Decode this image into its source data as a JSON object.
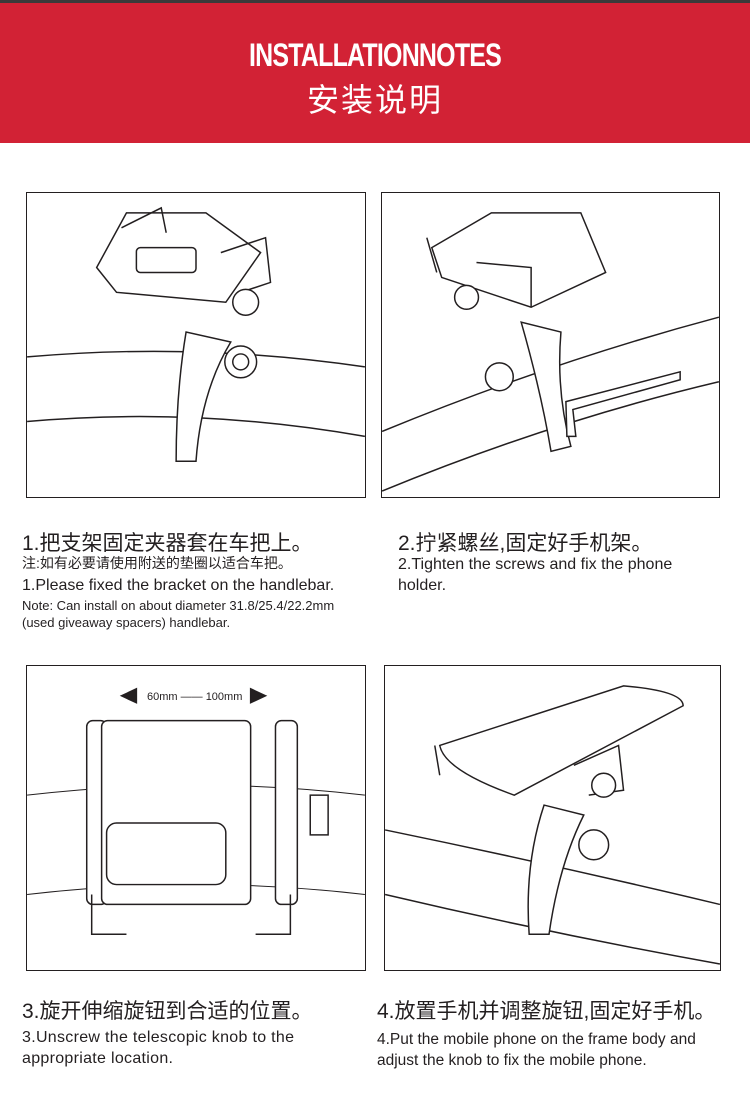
{
  "header": {
    "title_en": "INSTALLATIONNOTES",
    "title_cn": "安装说明",
    "bg_color": "#d22235"
  },
  "steps": [
    {
      "title_cn": "1.把支架固定夹器套在车把上。",
      "note_cn": "注:如有必要请使用附送的垫圈以适合车把。",
      "text_en": "1.Please fixed the bracket on the handlebar.",
      "note_en": "Note: Can install on about diameter 31.8/25.4/22.2mm (used giveaway spacers) handlebar."
    },
    {
      "title_cn": "2.拧紧螺丝,固定好手机架。",
      "text_en": "2.Tighten the screws and fix the phone holder."
    },
    {
      "title_cn": "3.旋开伸缩旋钮到合适的位置。",
      "text_en": "3.Unscrew the telescopic knob to the appropriate location.",
      "range_min": "60mm",
      "range_max": "100mm"
    },
    {
      "title_cn": "4.放置手机并调整旋钮,固定好手机。",
      "text_en": "4.Put the mobile phone on the frame body and adjust the knob to fix the mobile phone."
    }
  ]
}
